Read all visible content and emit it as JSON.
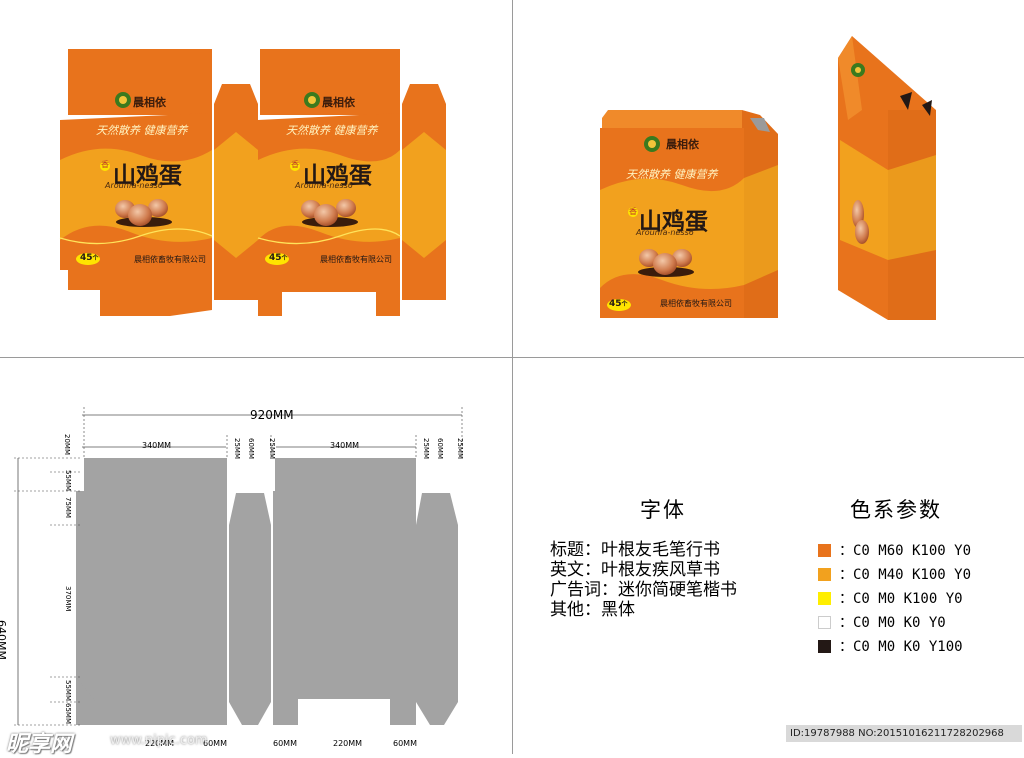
{
  "box_print": {
    "slogan": "天然散养  健康营养",
    "product_name": "山鸡蛋",
    "prefix_badge": "香",
    "english_name": "Arounfa-ness6",
    "count_badge": "45",
    "count_unit": "个",
    "company": "晨相依畜牧有限公司",
    "brand": "晨相依"
  },
  "dimensions": {
    "total_width": "920MM",
    "total_height": "640MM",
    "front_width": "340MM",
    "side_width": "60MM",
    "glue_flap": "20MM",
    "flap_gap": "25MM",
    "top_flap": "55MM",
    "tuck": "75MM",
    "body_height": "370MM",
    "bottom_a": "55MM",
    "bottom_b": "65MM",
    "bottom_mid": "220MM",
    "bottom_side": "60MM"
  },
  "fonts_section": {
    "heading": "字体",
    "items": [
      "标题：叶根友毛笔行书",
      "英文：叶根友疾风草书",
      "广告词：迷你简硬笔楷书",
      "其他：黑体"
    ]
  },
  "colors_section": {
    "heading": "色系参数",
    "items": [
      {
        "label": "：C0 M60 K100 Y0",
        "color": "#e8731c"
      },
      {
        "label": "：C0 M40 K100 Y0",
        "color": "#f2a11e"
      },
      {
        "label": "：C0 M0 K100 Y0",
        "color": "#ffee00"
      },
      {
        "label": "：C0 M0 K0 Y0",
        "color": "#ffffff"
      },
      {
        "label": "：C0 M0 K0 Y100",
        "color": "#231815"
      }
    ]
  },
  "footer": {
    "credit": "ID:19787988 NO:20151016211728202968",
    "watermark": "昵享网",
    "watermark_url": "www.nipic.com"
  }
}
